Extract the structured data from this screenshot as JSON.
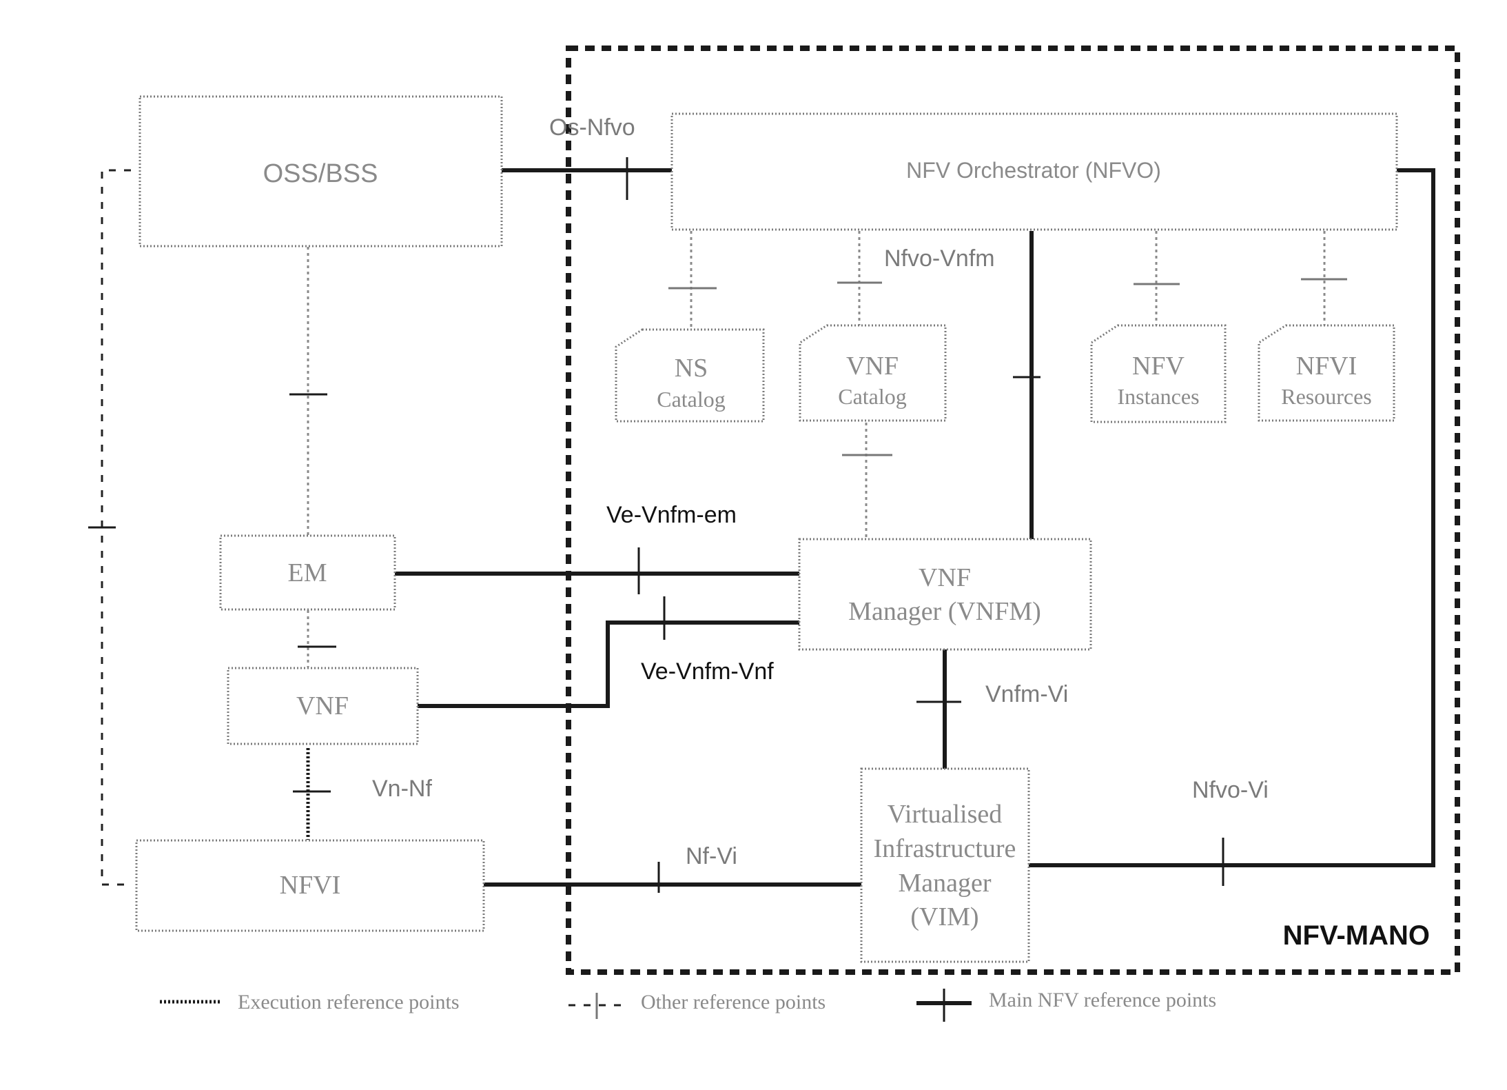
{
  "diagram": {
    "container_label": "NFV-MANO",
    "nodes": {
      "oss_bss": "OSS/BSS",
      "nfvo": "NFV Orchestrator (NFVO)",
      "ns_catalog": [
        "NS",
        "Catalog"
      ],
      "vnf_catalog": [
        "VNF",
        "Catalog"
      ],
      "nfv_instances": [
        "NFV",
        "Instances"
      ],
      "nfvi_resources": [
        "NFVI",
        "Resources"
      ],
      "em": "EM",
      "vnf": "VNF",
      "vnfm": [
        "VNF",
        "Manager (VNFM)"
      ],
      "vim": [
        "Virtualised",
        "Infrastructure",
        "Manager",
        "(VIM)"
      ],
      "nfvi": "NFVI"
    },
    "reference_points": {
      "os_nfvo": "Os-Nfvo",
      "nfvo_vnfm": "Nfvo-Vnfm",
      "ve_vnfm_em": "Ve-Vnfm-em",
      "ve_vnfm_vnf": "Ve-Vnfm-Vnf",
      "vnfm_vi": "Vnfm-Vi",
      "vn_nf": "Vn-Nf",
      "nf_vi": "Nf-Vi",
      "nfvo_vi": "Nfvo-Vi"
    },
    "legend": {
      "execution": "Execution reference points",
      "other": "Other reference points",
      "main": "Main NFV reference points"
    }
  }
}
